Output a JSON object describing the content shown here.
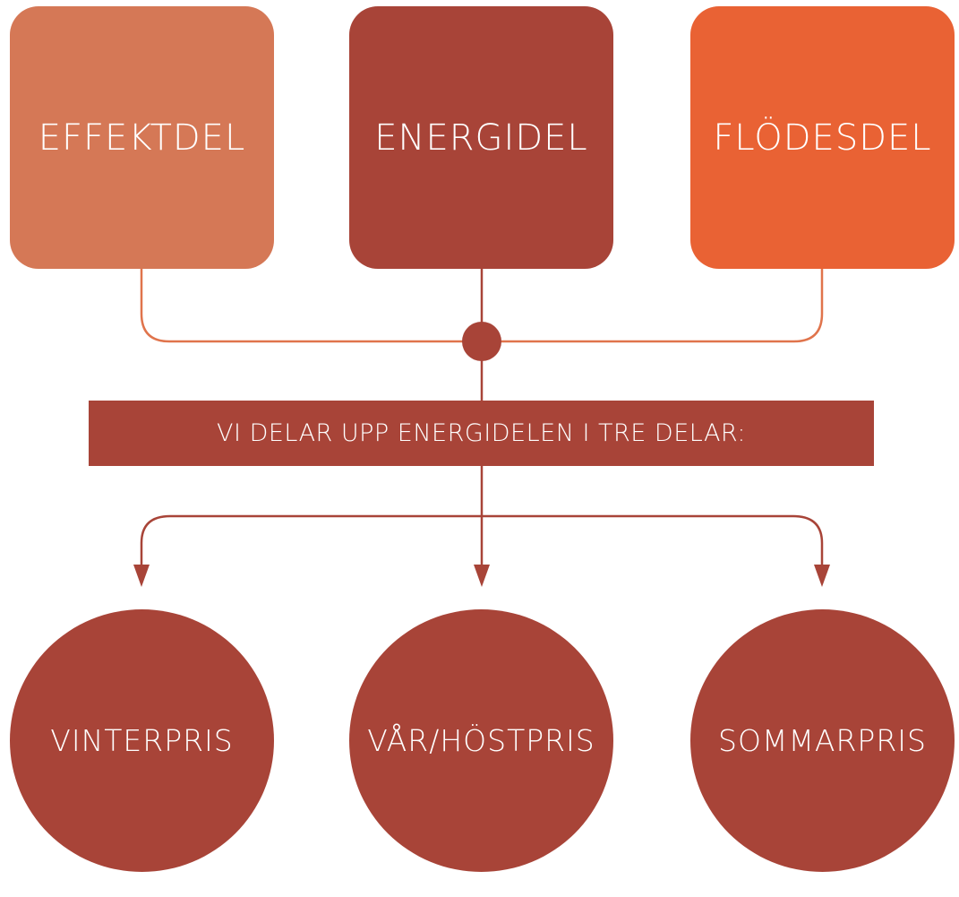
{
  "colors": {
    "effektdel": "#d57856",
    "energidel": "#a84438",
    "flodesdel": "#e96234",
    "banner": "#a84438",
    "circle": "#a84438",
    "line_orange": "#e0744c",
    "line_red": "#a84438",
    "text": "#ffffff"
  },
  "top_boxes": [
    {
      "label": "EFFEKTDEL"
    },
    {
      "label": "ENERGIDEL"
    },
    {
      "label": "FLÖDESDEL"
    }
  ],
  "banner": {
    "label": "VI DELAR UPP ENERGIDELEN I TRE DELAR:"
  },
  "bottom_circles": [
    {
      "label": "VINTERPRIS"
    },
    {
      "label": "VÅR/HÖSTPRIS"
    },
    {
      "label": "SOMMARPRIS"
    }
  ]
}
